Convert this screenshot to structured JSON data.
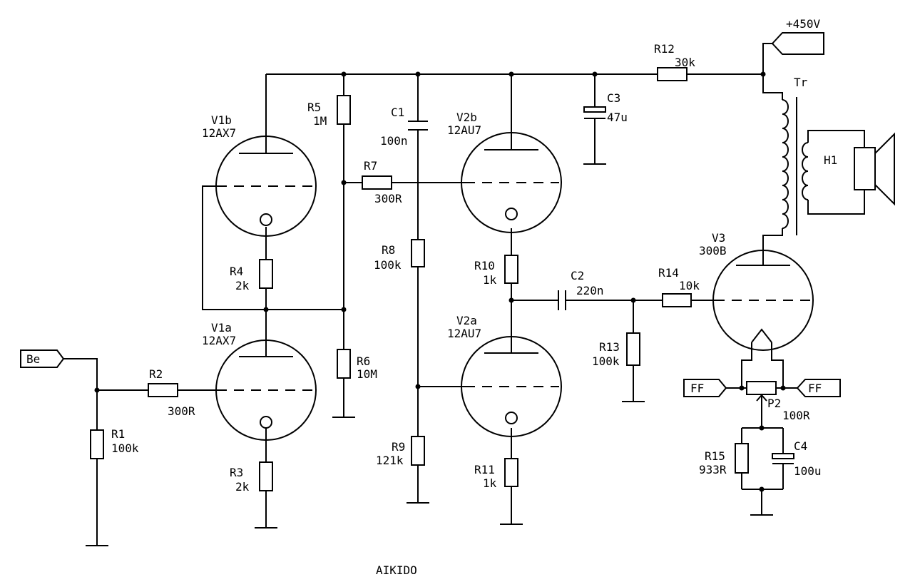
{
  "schematic": {
    "title": "AIKIDO",
    "supply_label": "+450V",
    "input_label": "Be",
    "filament_left_label": "FF",
    "filament_right_label": "FF",
    "transformer_label": "Tr",
    "speaker_label": "H1",
    "tubes": {
      "v1b": {
        "ref": "V1b",
        "type": "12AX7"
      },
      "v1a": {
        "ref": "V1a",
        "type": "12AX7"
      },
      "v2b": {
        "ref": "V2b",
        "type": "12AU7"
      },
      "v2a": {
        "ref": "V2a",
        "type": "12AU7"
      },
      "v3": {
        "ref": "V3",
        "type": "300B"
      }
    },
    "components": {
      "r1": {
        "ref": "R1",
        "value": "100k"
      },
      "r2": {
        "ref": "R2",
        "value": "300R"
      },
      "r3": {
        "ref": "R3",
        "value": "2k"
      },
      "r4": {
        "ref": "R4",
        "value": "2k"
      },
      "r5": {
        "ref": "R5",
        "value": "1M"
      },
      "r6": {
        "ref": "R6",
        "value": "10M"
      },
      "r7": {
        "ref": "R7",
        "value": "300R"
      },
      "r8": {
        "ref": "R8",
        "value": "100k"
      },
      "r9": {
        "ref": "R9",
        "value": "121k"
      },
      "r10": {
        "ref": "R10",
        "value": "1k"
      },
      "r11": {
        "ref": "R11",
        "value": "1k"
      },
      "r12": {
        "ref": "R12",
        "value": "30k"
      },
      "r13": {
        "ref": "R13",
        "value": "100k"
      },
      "r14": {
        "ref": "R14",
        "value": "10k"
      },
      "r15": {
        "ref": "R15",
        "value": "933R"
      },
      "p2": {
        "ref": "P2",
        "value": "100R"
      },
      "c1": {
        "ref": "C1",
        "value": "100n"
      },
      "c2": {
        "ref": "C2",
        "value": "220n"
      },
      "c3": {
        "ref": "C3",
        "value": "47u"
      },
      "c4": {
        "ref": "C4",
        "value": "100u"
      }
    }
  }
}
